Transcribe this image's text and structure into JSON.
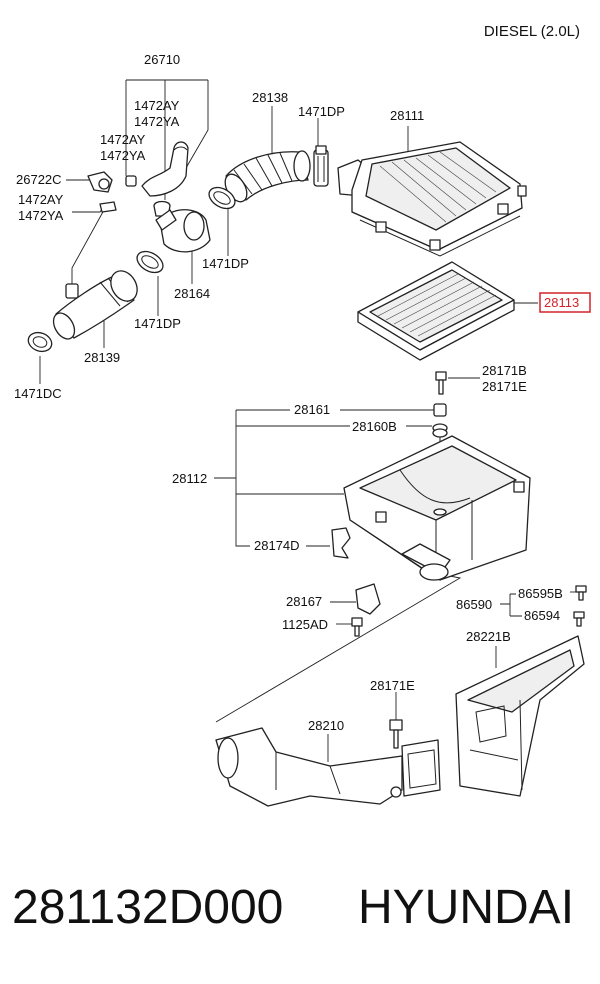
{
  "header": {
    "engine_label": "DIESEL (2.0L)"
  },
  "callouts": {
    "c26710": "26710",
    "c1472AY_a": "1472AY",
    "c1472YA_a": "1472YA",
    "c1472AY_b": "1472AY",
    "c1472YA_b": "1472YA",
    "c26722C": "26722C",
    "c1472AY_c": "1472AY",
    "c1472YA_c": "1472YA",
    "c28138": "28138",
    "c1471DP_a": "1471DP",
    "c28111": "28111",
    "c1471DP_b": "1471DP",
    "c28164": "28164",
    "c1471DP_c": "1471DP",
    "c28139": "28139",
    "c1471DC": "1471DC",
    "c28113": "28113",
    "c28171B": "28171B",
    "c28171E_a": "28171E",
    "c28161": "28161",
    "c28160B": "28160B",
    "c28112": "28112",
    "c28174D": "28174D",
    "c28167": "28167",
    "c1125AD": "1125AD",
    "c86590": "86590",
    "c86595B": "86595B",
    "c86594": "86594",
    "c28221B": "28221B",
    "c28171E_b": "28171E",
    "c28210": "28210"
  },
  "colors": {
    "highlight": "#d2232a",
    "ink": "#222222"
  },
  "footer": {
    "part_number": "281132D000",
    "brand": "HYUNDAI"
  }
}
